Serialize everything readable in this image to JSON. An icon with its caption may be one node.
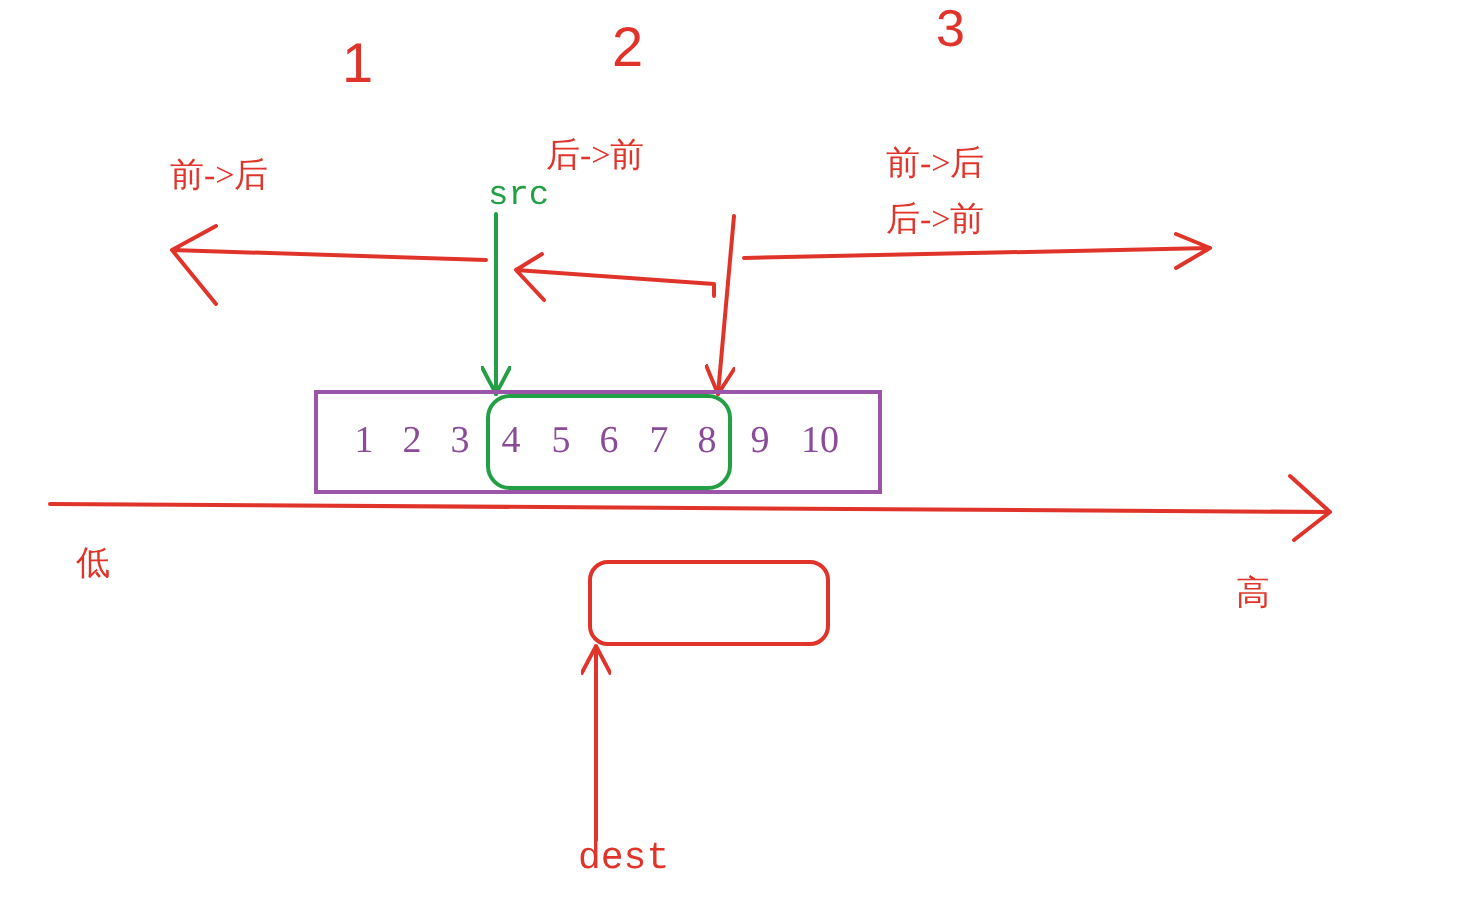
{
  "diagram": {
    "nodes": [
      {
        "text": [
          "1",
          "2",
          "3",
          "9",
          "10"
        ]
      },
      {
        "text": [
          "4",
          "5",
          "6",
          "7",
          "8"
        ],
        "in": 0
      },
      {
        "text": [
          "src"
        ]
      },
      {
        "text": [],
        "shape": "box"
      },
      {
        "text": [
          "dest"
        ]
      }
    ],
    "edges": [
      {
        "from": 2,
        "to": 1,
        "arrow": "to",
        "color": "#23a046"
      },
      {
        "from": null,
        "to": 1,
        "arrow": "to"
      },
      {
        "from": 4,
        "to": 3,
        "arrow": "to"
      }
    ],
    "labels": [
      "1",
      "2",
      "3",
      "前->后",
      "后->前",
      "前->后",
      "后->前",
      "低",
      "高"
    ]
  }
}
